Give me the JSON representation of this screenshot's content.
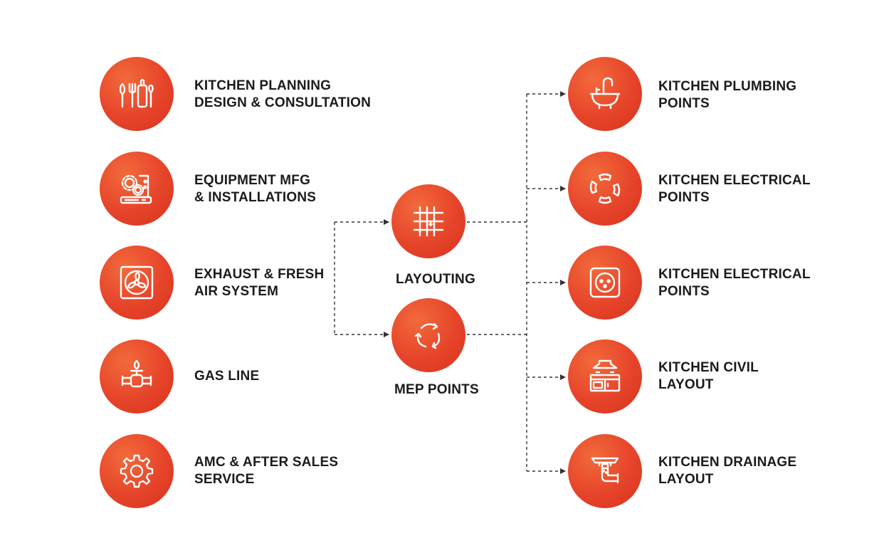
{
  "left_services": [
    {
      "line1": "KITCHEN PLANNING",
      "line2": "DESIGN & CONSULTATION",
      "icon": "kitchen-utensils-icon"
    },
    {
      "line1": "EQUIPMENT MFG",
      "line2": "& INSTALLATIONS",
      "icon": "equipment-gears-icon"
    },
    {
      "line1": "EXHAUST & FRESH",
      "line2": "AIR SYSTEM",
      "icon": "exhaust-fan-icon"
    },
    {
      "line1": "GAS LINE",
      "line2": "",
      "icon": "gas-valve-icon"
    },
    {
      "line1": "AMC & AFTER SALES",
      "line2": "SERVICE",
      "icon": "gear-icon"
    }
  ],
  "center_nodes": [
    {
      "label": "LAYOUTING",
      "icon": "grid-icon"
    },
    {
      "label": "MEP POINTS",
      "icon": "cycle-arrows-icon"
    }
  ],
  "right_outputs": [
    {
      "line1": "KITCHEN PLUMBING",
      "line2": "POINTS",
      "icon": "sink-faucet-icon"
    },
    {
      "line1": "KITCHEN ELECTRICAL",
      "line2": "POINTS",
      "icon": "circular-arrows-icon"
    },
    {
      "line1": "KITCHEN ELECTRICAL",
      "line2": "POINTS",
      "icon": "power-socket-icon"
    },
    {
      "line1": "KITCHEN CIVIL",
      "line2": "LAYOUT",
      "icon": "stove-hood-icon"
    },
    {
      "line1": "KITCHEN DRAINAGE",
      "line2": "LAYOUT",
      "icon": "drain-pipe-icon"
    }
  ],
  "colors": {
    "accent": "#e6442a",
    "accent_light": "#f26a3b",
    "text": "#1b1b1b",
    "connector": "#333333"
  }
}
